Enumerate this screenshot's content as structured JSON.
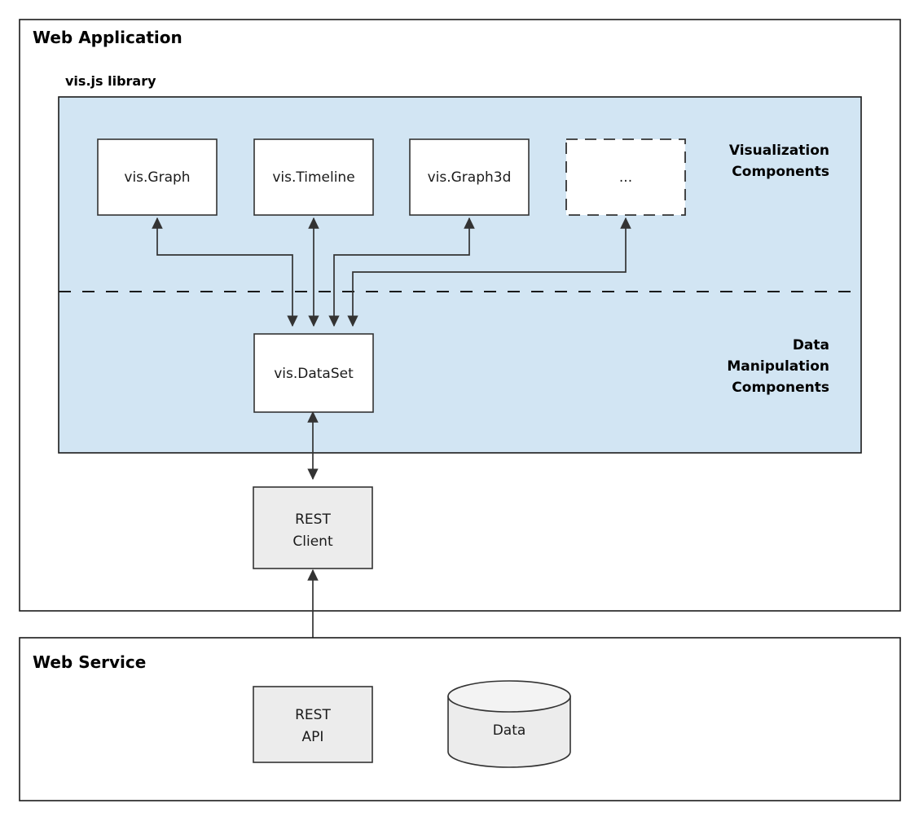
{
  "diagram": {
    "frames": [
      {
        "id": "web-application",
        "title": "Web Application"
      },
      {
        "id": "web-service",
        "title": "Web Service"
      }
    ],
    "library": {
      "title": "vis.js library",
      "band_color": "#d2e5f3",
      "group_labels": {
        "visualization": [
          "Visualization",
          "Components"
        ],
        "data_manipulation": [
          "Data",
          "Manipulation",
          "Components"
        ]
      }
    },
    "nodes": {
      "vis_graph": "vis.Graph",
      "vis_timeline": "vis.Timeline",
      "vis_graph3d": "vis.Graph3d",
      "more_components": "...",
      "vis_dataset": "vis.DataSet",
      "rest_client": [
        "REST",
        "Client"
      ],
      "rest_api": [
        "REST",
        "API"
      ],
      "data_store": "Data"
    },
    "colors": {
      "band": "#d2e5f3",
      "node_fill": "#ffffff",
      "gray_node_fill": "#ececec",
      "cylinder_fill": "#ececec",
      "stroke": "#333333",
      "frame_stroke": "#1a1a1a",
      "text": "#1a1a1a"
    }
  }
}
